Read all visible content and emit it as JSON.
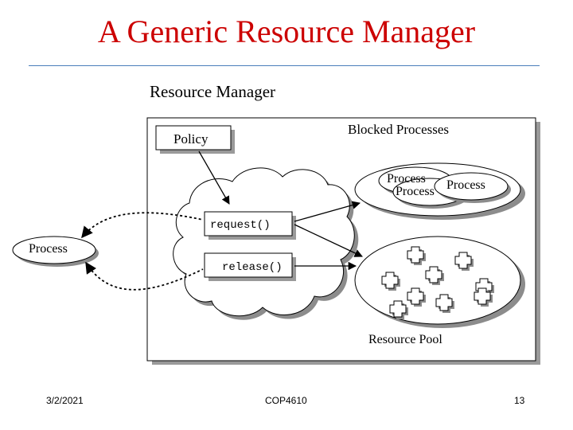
{
  "slide": {
    "title": "A Generic Resource Manager",
    "footer": {
      "date": "3/2/2021",
      "course": "COP4610",
      "page": "13"
    }
  },
  "diagram": {
    "manager_label": "Resource Manager",
    "policy_label": "Policy",
    "blocked_label": "Blocked Processes",
    "blocked_processes": [
      "Process",
      "Process",
      "Process"
    ],
    "request_label": "request()",
    "release_label": "release()",
    "external_process_label": "Process",
    "pool_label": "Resource Pool",
    "pool_resource_count": 9
  }
}
